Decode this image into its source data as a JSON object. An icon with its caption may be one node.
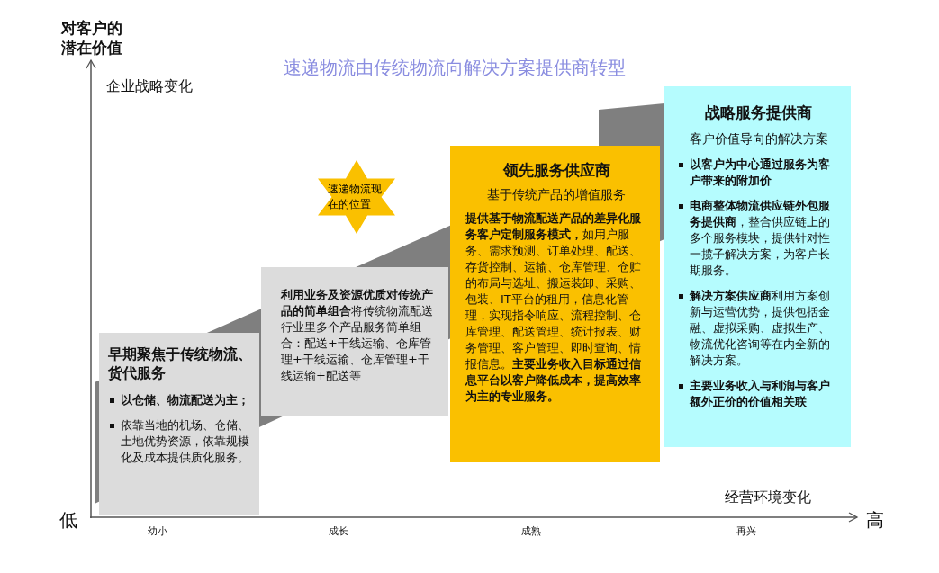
{
  "diagram": {
    "title": "速递物流由传统物流向解决方案提供商转型",
    "nodes": [
      {
        "text": [
          "早期聚焦于传统物流、货代服务",
          "以仓储、物流配送为主；",
          "依靠当地的机场、仓储、土地优势资源，依靠规模化及成本提供质化服务。"
        ]
      },
      {
        "text": [
          "**利用业务及资源优质对传统产品的简单组合**将传统物流配送行业里多个产品服务简单组合：配送+干线运输、仓库管理+干线运输、仓库管理+干线运输+配送等"
        ]
      },
      {
        "text": [
          "速递物流现在的位置"
        ]
      },
      {
        "text": [
          "领先服务供应商",
          "基于传统产品的增值服务",
          "**提供基于物流配送产品的差异化服务客户定制服务模式，**如用户服务、需求预测、订单处理、配送、存货控制、运输、仓库管理、仓贮的布局与选址、搬运装卸、采购、包装、IT平台的租用，信息化管理，实现指令响应、流程控制、仓库管理、配送管理、统计报表、财务管理、客户管理、即时查询、情报信息。**主要业务收入目标通过信息平台以客户降低成本，提高效率为主的专业服务。**"
        ]
      },
      {
        "text": [
          "战略服务提供商",
          "客户价值导向的解决方案",
          "以客户为中心通过服务为客户带来的附加价",
          "**电商整体物流供应链外包服务提供商**，整合供应链上的多个服务模块，提供针对性一揽子解决方案，为客户长期服务。",
          "**解决方案供应商**利用方案创新与运营优势，提供包括金融、虚拟采购、虚拟生产、物流优化咨询等在内全新的解决方案。",
          "主要业务收入与利润与客户额外正价的价值相关联"
        ]
      }
    ],
    "labels": [
      "对客户的潜在价值",
      "企业战略变化",
      "低",
      "高",
      "经营环境变化",
      "幼小",
      "成长",
      "成熟",
      "再兴"
    ]
  }
}
